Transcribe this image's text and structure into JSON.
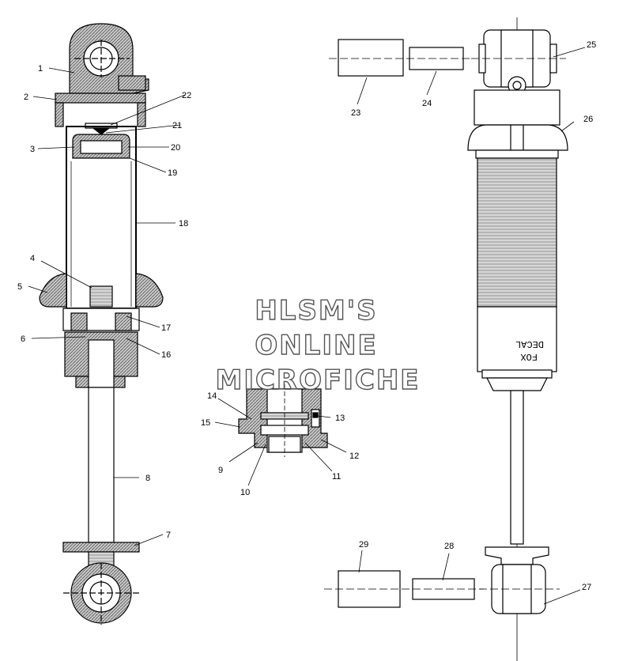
{
  "watermark": {
    "line1": "HLSM'S",
    "line2": "ONLINE",
    "line3": "MICROFICHE"
  },
  "decal": {
    "line1": "FOX",
    "line2": "DECAL"
  },
  "callouts": {
    "c1": "1",
    "c2": "2",
    "c3": "3",
    "c4": "4",
    "c5": "5",
    "c6": "6",
    "c7": "7",
    "c8": "8",
    "c9": "9",
    "c10": "10",
    "c11": "11",
    "c12": "12",
    "c13": "13",
    "c14": "14",
    "c15": "15",
    "c16": "16",
    "c17": "17",
    "c18": "18",
    "c19": "19",
    "c20": "20",
    "c21": "21",
    "c22": "22",
    "c23": "23",
    "c24": "24",
    "c25": "25",
    "c26": "26",
    "c27": "27",
    "c28": "28",
    "c29": "29"
  },
  "colors": {
    "line": "#000000",
    "hatch": "#9a9a9a",
    "background": "#ffffff"
  }
}
